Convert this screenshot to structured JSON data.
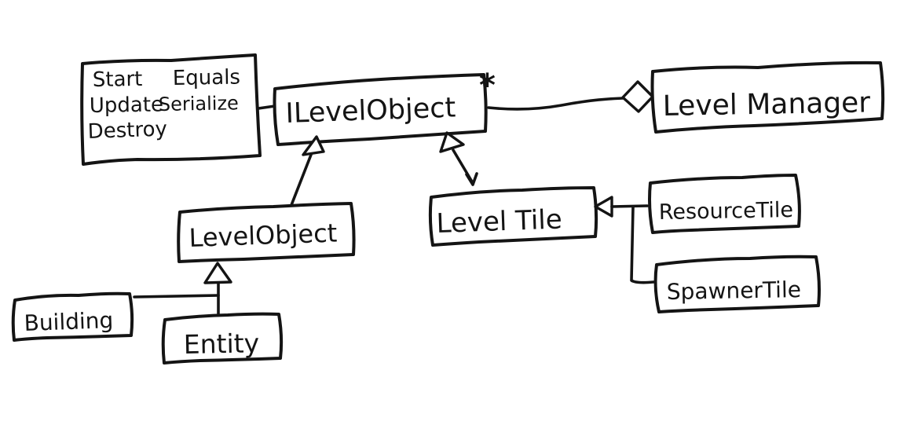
{
  "note_box": {
    "methods": [
      "Start",
      "Equals",
      "Update",
      "Serialize",
      "Destroy"
    ]
  },
  "classes": {
    "ilevel_object": "ILevelObject",
    "level_manager": "Level Manager",
    "level_object": "LevelObject",
    "level_tile": "Level Tile",
    "resource_tile": "ResourceTile",
    "spawner_tile": "SpawnerTile",
    "building": "Building",
    "entity": "Entity"
  },
  "relations": {
    "aggregation_multiplicity": "*"
  },
  "colors": {
    "ink": "#141414",
    "canvas": "#ffffff"
  }
}
